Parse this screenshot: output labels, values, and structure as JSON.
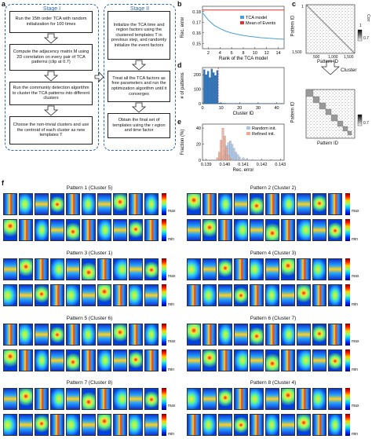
{
  "panel_labels": {
    "a": "a",
    "b": "b",
    "c": "c",
    "d": "d",
    "e": "e",
    "f": "f"
  },
  "stage1": {
    "title": "Stage I",
    "steps": [
      "Run the 15th order TCA with random initialization for 100 times",
      "Compute the adjacency matrix M using 2D correlation on every pair of TCA patterns (clip at 0.7)",
      "Run the community detection algorithm to cluster the TCA patterns into different clusters",
      "Choose the non-trivial clusters and use the centroid of each cluster as new templates T"
    ]
  },
  "stage2": {
    "title": "Stage II",
    "steps": [
      "Initialize the TCA time and region factors using the clustered templates T in previous step, and randomly initialize the event factors",
      "Treat all the TCA factors as free parameters and run the optimization algorithm until it converges",
      "Obtain the final set of templates using the r egion and time factor"
    ]
  },
  "chart_data": [
    {
      "type": "line",
      "panel": "b",
      "xlabel": "Rank of the TCA model",
      "ylabel": "Rec. error",
      "xticks": [
        2,
        4,
        6,
        8,
        10,
        12,
        14
      ],
      "yticks": [
        0.15,
        0.16,
        0.17,
        0.18
      ],
      "xlim": [
        1,
        15
      ],
      "ylim": [
        0.145,
        0.185
      ],
      "legend": "top-right",
      "series": [
        {
          "name": "TCA model",
          "color": "#4a9fd8",
          "x": [
            1,
            2,
            3,
            4,
            5,
            6,
            7,
            8,
            9,
            10,
            11,
            12,
            13,
            14,
            15
          ],
          "y": [
            0.179,
            0.172,
            0.167,
            0.164,
            0.1615,
            0.1598,
            0.1585,
            0.1575,
            0.1567,
            0.156,
            0.1554,
            0.155,
            0.1546,
            0.1542,
            0.154
          ]
        },
        {
          "name": "Mean of Events",
          "color": "#e03030",
          "x": [
            1,
            15
          ],
          "y": [
            0.1815,
            0.1815
          ]
        }
      ]
    },
    {
      "type": "bar",
      "panel": "d",
      "xlabel": "Cluster ID",
      "ylabel": "# of patterns",
      "xticks": [
        0,
        10,
        20,
        30,
        40
      ],
      "yticks": [
        0,
        100,
        200
      ],
      "xlim": [
        0,
        44
      ],
      "ylim": [
        0,
        250
      ],
      "threshold_x": 8.5,
      "threshold_color": "#e03030",
      "categories": [
        1,
        2,
        3,
        4,
        5,
        6,
        7,
        8,
        9,
        10,
        11,
        12,
        13,
        14,
        15,
        16,
        17,
        18,
        19,
        20,
        21,
        22,
        23,
        24,
        25,
        26,
        27,
        28,
        29,
        30,
        31,
        32,
        33,
        34,
        35,
        36,
        37,
        38,
        39,
        40,
        41,
        42,
        43
      ],
      "values": [
        235,
        200,
        225,
        180,
        240,
        215,
        195,
        230,
        5,
        4,
        3,
        3,
        2,
        2,
        2,
        2,
        1,
        1,
        1,
        1,
        1,
        1,
        1,
        1,
        1,
        1,
        1,
        1,
        1,
        1,
        1,
        1,
        1,
        1,
        1,
        1,
        1,
        1,
        1,
        1,
        1,
        1,
        1
      ]
    },
    {
      "type": "bar",
      "panel": "e",
      "xlabel": "Rec. error",
      "ylabel": "Fraction (%)",
      "xticks": [
        0.139,
        0.14,
        0.141,
        0.142,
        0.143
      ],
      "yticks": [
        0,
        20,
        40
      ],
      "xlim": [
        0.1388,
        0.1432
      ],
      "ylim": [
        0,
        45
      ],
      "legend": "top-right",
      "series": [
        {
          "name": "Random init.",
          "color": "#a8c4e8",
          "x": [
            0.1398,
            0.1399,
            0.14,
            0.1401,
            0.1402,
            0.1403,
            0.1404,
            0.1405,
            0.1406,
            0.1407,
            0.1408,
            0.141,
            0.1412,
            0.1415,
            0.142,
            0.1425
          ],
          "y": [
            2,
            6,
            12,
            18,
            22,
            24,
            20,
            15,
            10,
            7,
            4,
            3,
            2,
            1,
            1,
            1
          ]
        },
        {
          "name": "Refined init.",
          "color": "#f0a890",
          "x": [
            0.1396,
            0.1397,
            0.1398,
            0.1399,
            0.14,
            0.1401,
            0.1402,
            0.1403
          ],
          "y": [
            3,
            10,
            25,
            40,
            30,
            15,
            6,
            2
          ]
        }
      ]
    }
  ],
  "panel_c": {
    "top_xlabel": "Pattern ID",
    "top_ylabel": "Pattern ID",
    "bottom_xlabel": "Pattern ID",
    "bottom_ylabel": "Pattern ID",
    "ticks": [
      "1",
      "500",
      "1,000",
      "1,500"
    ],
    "colorbar_label": "Corr",
    "colorbar_top": "1",
    "colorbar_bottom": "0.7",
    "arrow_label": "Cluster"
  },
  "patterns": [
    {
      "title": "Pattern 1 (Cluster 5)"
    },
    {
      "title": "Pattern 2 (Cluster 2)"
    },
    {
      "title": "Pattern 3 (Cluster 1)"
    },
    {
      "title": "Pattern 4 (Cluster 3)"
    },
    {
      "title": "Pattern 5 (Cluster 6)"
    },
    {
      "title": "Pattern 6 (Cluster 7)"
    },
    {
      "title": "Pattern 7 (Cluster 8)"
    },
    {
      "title": "Pattern 8 (Cluster 4)"
    }
  ],
  "colorbar": {
    "max": "max",
    "min": "min"
  }
}
